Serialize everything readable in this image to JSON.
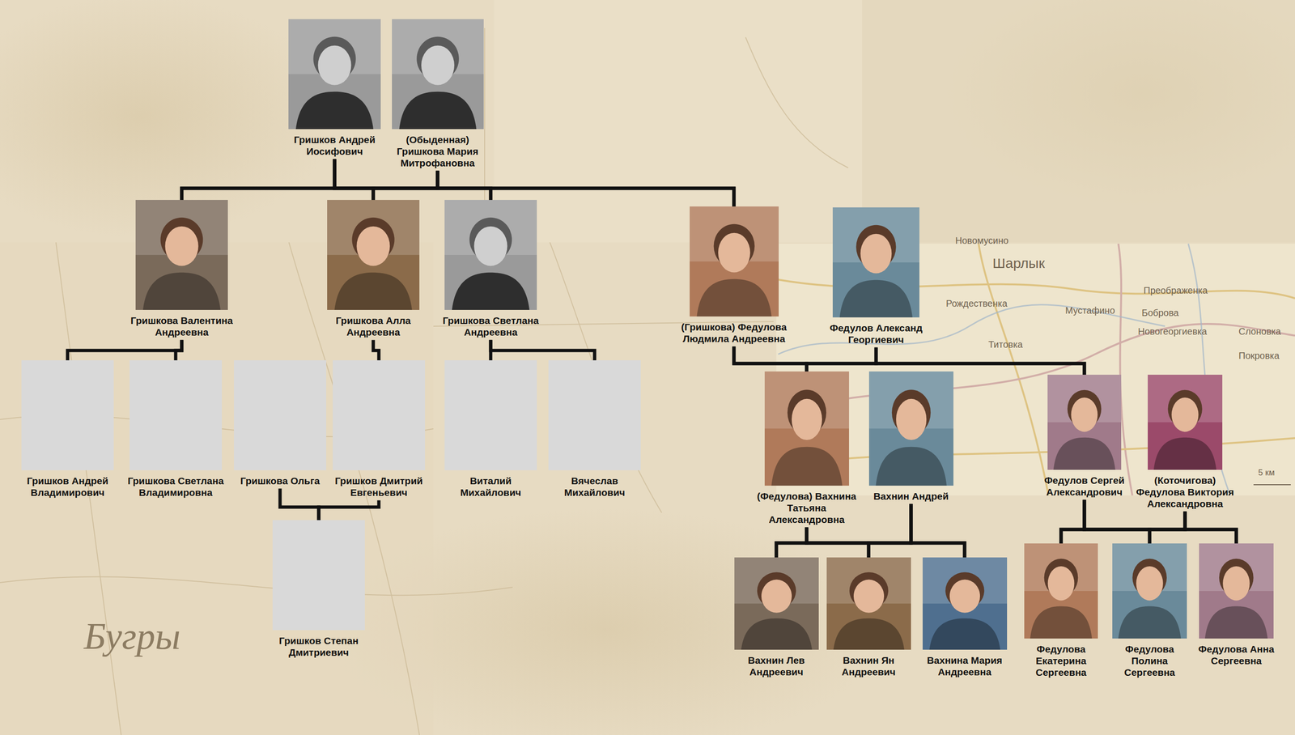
{
  "diagram": {
    "nodes": [
      {
        "text": [
          "Гришков Андрей Иосифович"
        ]
      },
      {
        "text": [
          "(Обыденная) Гришкова Мария Митрофановна"
        ]
      },
      {
        "text": [
          "Гришкова Валентина Андреевна"
        ]
      },
      {
        "text": [
          "Гришкова Алла Андреевна"
        ]
      },
      {
        "text": [
          "Гришкова Светлана Андреевна"
        ]
      },
      {
        "text": [
          "(Гришкова) Федулова Людмила Андреевна"
        ]
      },
      {
        "text": [
          "Федулов Александ Георгиевич"
        ]
      },
      {
        "text": [
          "Гришков Андрей Владимирович"
        ]
      },
      {
        "text": [
          "Гришкова Светлана Владимировна"
        ]
      },
      {
        "text": [
          "Гришкова Ольга"
        ]
      },
      {
        "text": [
          "Гришков Дмитрий Евгеньевич"
        ]
      },
      {
        "text": [
          "Виталий Михайлович"
        ]
      },
      {
        "text": [
          "Вячеслав Михайлович"
        ]
      },
      {
        "text": [
          "(Федулова) Вахнина Татьяна Александровна"
        ]
      },
      {
        "text": [
          "Вахнин Андрей"
        ]
      },
      {
        "text": [
          "Федулов Сергей Александрович"
        ]
      },
      {
        "text": [
          "(Коточигова) Федулова Виктория Александровна"
        ]
      },
      {
        "text": [
          "Гришков Степан Дмитриевич"
        ]
      },
      {
        "text": [
          "Вахнин Лев Андреевич"
        ]
      },
      {
        "text": [
          "Вахнин Ян Андреевич"
        ]
      },
      {
        "text": [
          "Вахнина Мария Андреевна"
        ]
      },
      {
        "text": [
          "Федулова Екатерина Сергеевна"
        ]
      },
      {
        "text": [
          "Федулова Полина Сергеевна"
        ]
      },
      {
        "text": [
          "Федулова Анна Сергеевна"
        ]
      }
    ],
    "edges": [
      {
        "from": 0,
        "to": 2,
        "arrow": "none"
      },
      {
        "from": 0,
        "to": 3,
        "arrow": "none"
      },
      {
        "from": 0,
        "to": 4,
        "arrow": "none"
      },
      {
        "from": 0,
        "to": 5,
        "arrow": "none"
      },
      {
        "from": 1,
        "to": 2,
        "arrow": "none"
      },
      {
        "from": 1,
        "to": 3,
        "arrow": "none"
      },
      {
        "from": 1,
        "to": 4,
        "arrow": "none"
      },
      {
        "from": 1,
        "to": 5,
        "arrow": "none"
      },
      {
        "from": 2,
        "to": 7,
        "arrow": "none"
      },
      {
        "from": 2,
        "to": 8,
        "arrow": "none"
      },
      {
        "from": 3,
        "to": 10,
        "arrow": "none"
      },
      {
        "from": 4,
        "to": 11,
        "arrow": "none"
      },
      {
        "from": 4,
        "to": 12,
        "arrow": "none"
      },
      {
        "from": 5,
        "to": 13,
        "arrow": "none"
      },
      {
        "from": 5,
        "to": 15,
        "arrow": "none"
      },
      {
        "from": 6,
        "to": 13,
        "arrow": "none"
      },
      {
        "from": 6,
        "to": 15,
        "arrow": "none"
      },
      {
        "from": 9,
        "to": 17,
        "arrow": "none"
      },
      {
        "from": 10,
        "to": 17,
        "arrow": "none"
      },
      {
        "from": 13,
        "to": 18,
        "arrow": "none"
      },
      {
        "from": 13,
        "to": 19,
        "arrow": "none"
      },
      {
        "from": 13,
        "to": 20,
        "arrow": "none"
      },
      {
        "from": 14,
        "to": 18,
        "arrow": "none"
      },
      {
        "from": 14,
        "to": 19,
        "arrow": "none"
      },
      {
        "from": 14,
        "to": 20,
        "arrow": "none"
      },
      {
        "from": 15,
        "to": 21,
        "arrow": "none"
      },
      {
        "from": 15,
        "to": 22,
        "arrow": "none"
      },
      {
        "from": 15,
        "to": 23,
        "arrow": "none"
      },
      {
        "from": 16,
        "to": 21,
        "arrow": "none"
      },
      {
        "from": 16,
        "to": 22,
        "arrow": "none"
      },
      {
        "from": 16,
        "to": 23,
        "arrow": "none"
      }
    ],
    "labels": [
      "Новомусино",
      "Шарлык",
      "Рождественка",
      "Мустафино",
      "Преображенка",
      "Боброва",
      "Новогеоргиевка",
      "Титовка",
      "Слоновка",
      "Покровка",
      "5 км",
      "Бугры"
    ]
  }
}
